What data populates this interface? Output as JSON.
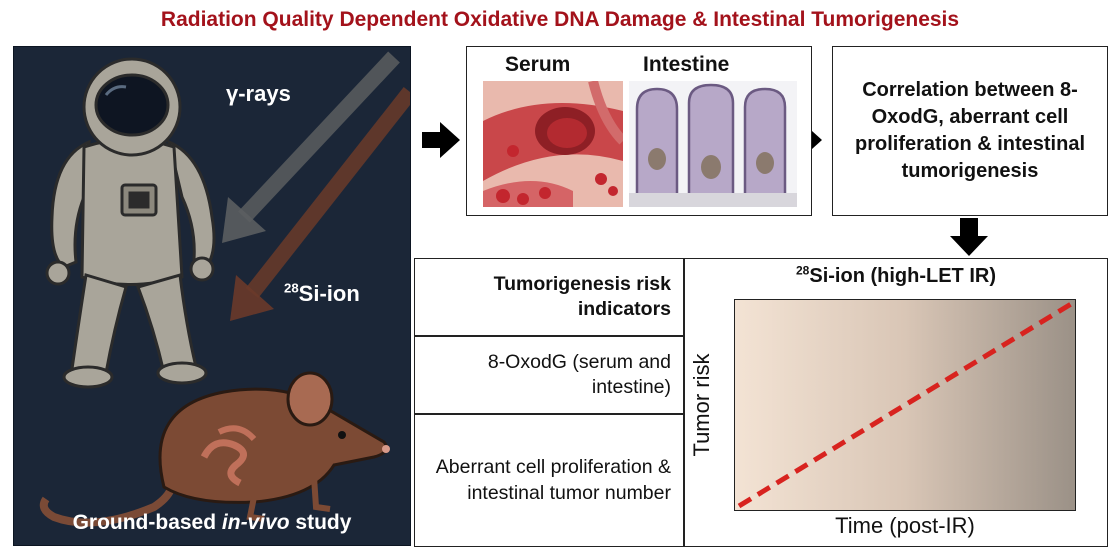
{
  "title": "Radiation Quality Dependent Oxidative DNA Damage & Intestinal Tumorigenesis",
  "left_panel": {
    "gamma_label": "γ-rays",
    "si_sup": "28",
    "si_label": "Si-ion",
    "study_pre": "Ground-based ",
    "study_italic": "in-vivo",
    "study_post": " study"
  },
  "samples": {
    "serum": "Serum",
    "intestine": "Intestine"
  },
  "correlation_text": "Correlation between 8-OxodG, aberrant cell proliferation & intestinal tumorigenesis",
  "table": {
    "header": "Tumorigenesis risk indicators",
    "row1": "8-OxodG (serum and intestine)",
    "row2": "Aberrant cell proliferation & intestinal tumor number"
  },
  "chart_data": {
    "type": "line",
    "title_sup": "28",
    "title": "Si-ion (high-LET IR)",
    "xlabel": "Time (post-IR)",
    "ylabel": "Tumor risk",
    "series": [
      {
        "x": [
          0,
          1
        ],
        "y": [
          0,
          1
        ],
        "color": "#d8231f",
        "style": "dashed"
      }
    ],
    "xlim": [
      0,
      1
    ],
    "ylim": [
      0,
      1
    ],
    "grid": false
  },
  "colors": {
    "title": "#a3121b",
    "panel_bg": "#1b2637",
    "trend": "#d8231f"
  }
}
